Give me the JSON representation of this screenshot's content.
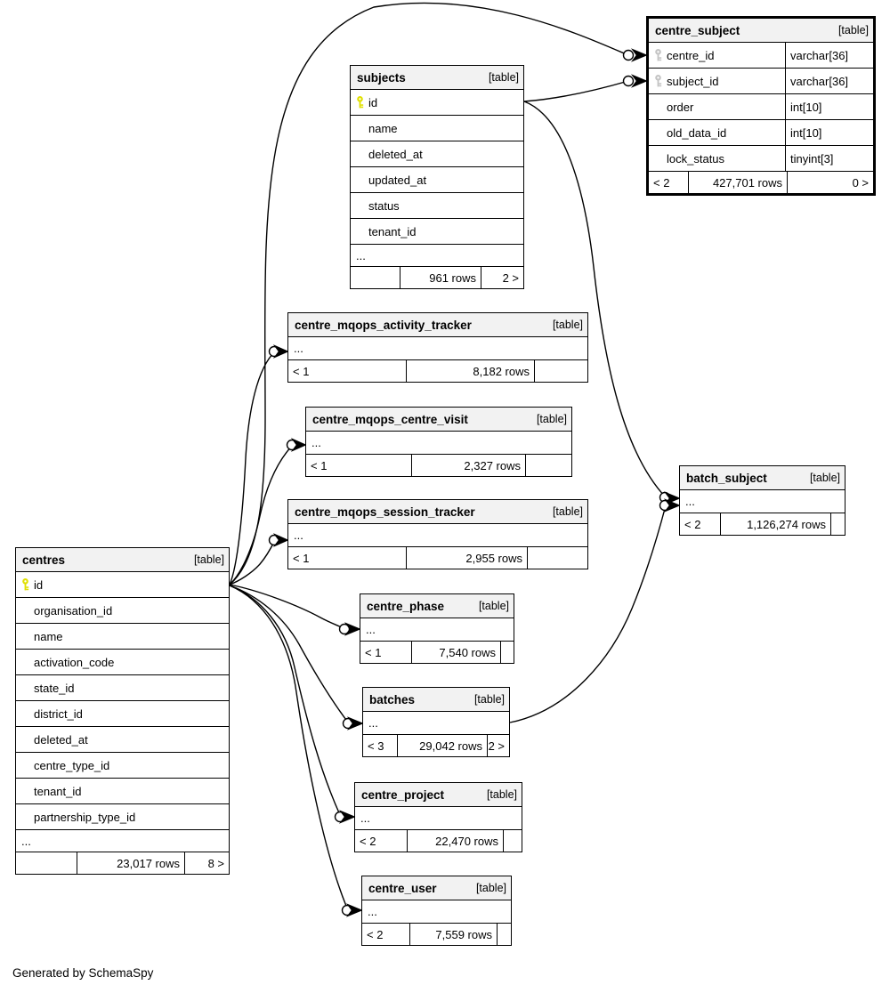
{
  "credit": "Generated by SchemaSpy",
  "colors": {
    "header_bg": "#f2f2f2",
    "border": "#000000",
    "primary_key_icon": "#e0e000",
    "foreign_key_icon": "#c4c4c4"
  },
  "tables": {
    "centre_subject": {
      "name": "centre_subject",
      "badge": "[table]",
      "columns": [
        {
          "name": "centre_id",
          "type": "varchar[36]",
          "key": "fk"
        },
        {
          "name": "subject_id",
          "type": "varchar[36]",
          "key": "fk"
        },
        {
          "name": "order",
          "type": "int[10]"
        },
        {
          "name": "old_data_id",
          "type": "int[10]"
        },
        {
          "name": "lock_status",
          "type": "tinyint[3]"
        }
      ],
      "footer": {
        "left": "< 2",
        "rows": "427,701 rows",
        "right": "0 >"
      }
    },
    "subjects": {
      "name": "subjects",
      "badge": "[table]",
      "columns": [
        {
          "name": "id",
          "key": "pk"
        },
        {
          "name": "name"
        },
        {
          "name": "deleted_at"
        },
        {
          "name": "updated_at"
        },
        {
          "name": "status"
        },
        {
          "name": "tenant_id"
        }
      ],
      "ellipsis": "...",
      "footer": {
        "left": "",
        "rows": "961 rows",
        "right": "2 >"
      }
    },
    "centres": {
      "name": "centres",
      "badge": "[table]",
      "columns": [
        {
          "name": "id",
          "key": "pk"
        },
        {
          "name": "organisation_id"
        },
        {
          "name": "name"
        },
        {
          "name": "activation_code"
        },
        {
          "name": "state_id"
        },
        {
          "name": "district_id"
        },
        {
          "name": "deleted_at"
        },
        {
          "name": "centre_type_id"
        },
        {
          "name": "tenant_id"
        },
        {
          "name": "partnership_type_id"
        }
      ],
      "ellipsis": "...",
      "footer": {
        "left": "",
        "rows": "23,017 rows",
        "right": "8 >"
      }
    },
    "centre_mqops_activity_tracker": {
      "name": "centre_mqops_activity_tracker",
      "badge": "[table]",
      "ellipsis": "...",
      "footer": {
        "left": "< 1",
        "rows": "8,182 rows",
        "right": ""
      }
    },
    "centre_mqops_centre_visit": {
      "name": "centre_mqops_centre_visit",
      "badge": "[table]",
      "ellipsis": "...",
      "footer": {
        "left": "< 1",
        "rows": "2,327 rows",
        "right": ""
      }
    },
    "centre_mqops_session_tracker": {
      "name": "centre_mqops_session_tracker",
      "badge": "[table]",
      "ellipsis": "...",
      "footer": {
        "left": "< 1",
        "rows": "2,955 rows",
        "right": ""
      }
    },
    "batch_subject": {
      "name": "batch_subject",
      "badge": "[table]",
      "ellipsis": "...",
      "footer": {
        "left": "< 2",
        "rows": "1,126,274 rows",
        "right": ""
      }
    },
    "centre_phase": {
      "name": "centre_phase",
      "badge": "[table]",
      "ellipsis": "...",
      "footer": {
        "left": "< 1",
        "rows": "7,540 rows",
        "right": ""
      }
    },
    "batches": {
      "name": "batches",
      "badge": "[table]",
      "ellipsis": "...",
      "footer": {
        "left": "< 3",
        "rows": "29,042 rows",
        "right": "2 >"
      }
    },
    "centre_project": {
      "name": "centre_project",
      "badge": "[table]",
      "ellipsis": "...",
      "footer": {
        "left": "< 2",
        "rows": "22,470 rows",
        "right": ""
      }
    },
    "centre_user": {
      "name": "centre_user",
      "badge": "[table]",
      "ellipsis": "...",
      "footer": {
        "left": "< 2",
        "rows": "7,559 rows",
        "right": ""
      }
    }
  },
  "relationships": [
    {
      "from": "centres.id",
      "to": "centre_subject.centre_id"
    },
    {
      "from": "centres.id",
      "to": "centre_mqops_activity_tracker"
    },
    {
      "from": "centres.id",
      "to": "centre_mqops_centre_visit"
    },
    {
      "from": "centres.id",
      "to": "centre_mqops_session_tracker"
    },
    {
      "from": "centres.id",
      "to": "centre_phase"
    },
    {
      "from": "centres.id",
      "to": "batches"
    },
    {
      "from": "centres.id",
      "to": "centre_project"
    },
    {
      "from": "centres.id",
      "to": "centre_user"
    },
    {
      "from": "subjects.id",
      "to": "centre_subject.subject_id"
    },
    {
      "from": "subjects.id",
      "to": "batch_subject"
    },
    {
      "from": "batches",
      "to": "batch_subject"
    }
  ]
}
